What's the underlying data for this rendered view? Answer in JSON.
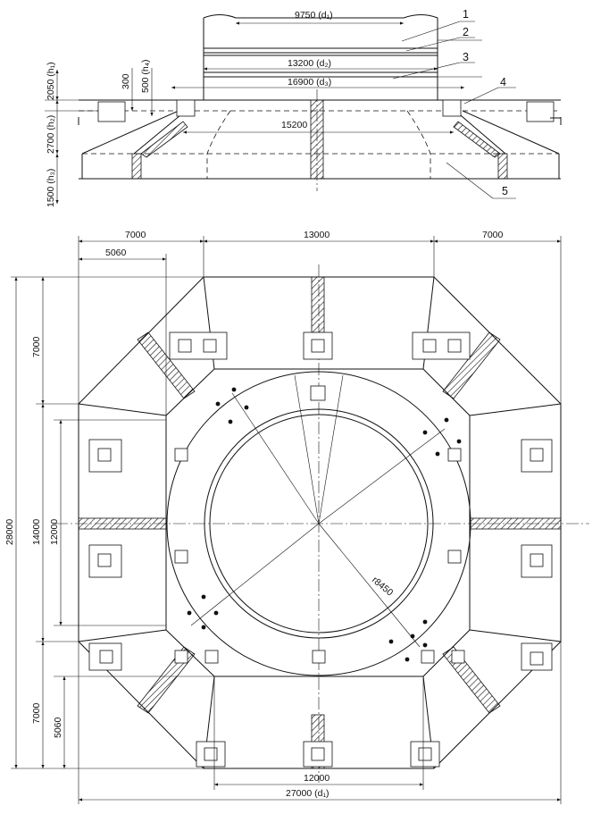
{
  "section": {
    "dims": {
      "top_d": "9750 (d₁)",
      "mid_d": "13200 (d₂)",
      "base_d": "16900 (d₃)",
      "inner_span": "15200",
      "h1": "2050 (h₁)",
      "h2": "2700 (h₂)",
      "h3": "1500 (h₃)",
      "v300": "300",
      "v500": "500 (h₄)"
    },
    "callouts": [
      "1",
      "2",
      "3",
      "4",
      "5"
    ]
  },
  "plan": {
    "dims": {
      "left_top": "7000",
      "center_top": "13000",
      "right_top": "7000",
      "left_inner": "5060",
      "total_height": "28000",
      "upper_left": "7000",
      "mid_outer": "14000",
      "mid_inner": "12000",
      "lower_left": "7000",
      "lower_inner": "5060",
      "bottom_inner": "12000",
      "bottom_total": "27000 (d₁)",
      "radius": "r8450"
    }
  }
}
